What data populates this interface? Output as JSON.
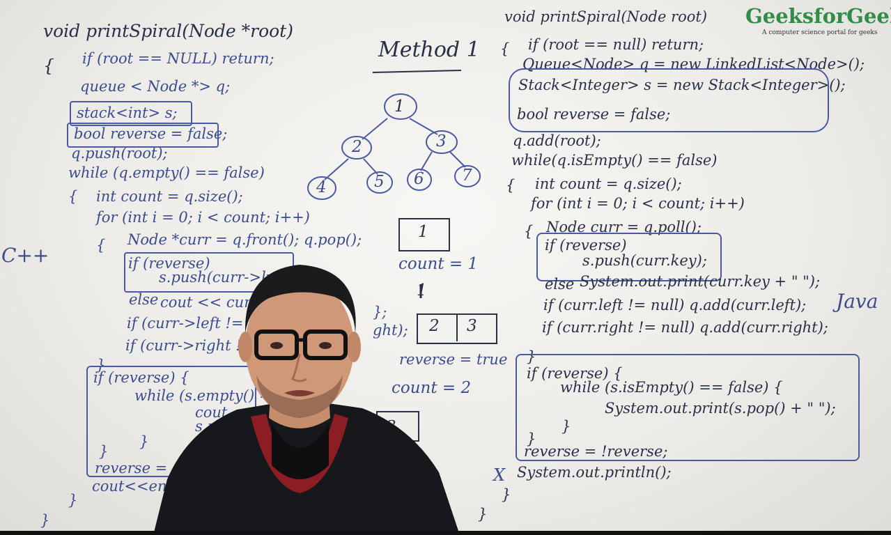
{
  "left_cpp": {
    "lines": [
      "void printSpiral(Node *root)",
      "{",
      "if (root == NULL) return;",
      "queue < Node *> q;",
      "stack<int> s;",
      "bool reverse = false;",
      "q.push(root);",
      "while (q.empty() == false)",
      "{",
      "int count = q.size();",
      "for (int i = 0; i < count; i++)",
      "{",
      "Node *curr = q.front(); q.pop();",
      "if (reverse)",
      "s.push(curr->key",
      "else",
      "cout << curr->",
      "if (curr->left != NU",
      "if (curr->right != NU",
      "};",
      "ght);",
      "}",
      "if (reverse) {",
      "while (s.empty() =",
      "cout <<",
      "s.pop(",
      "}",
      "}",
      "reverse =",
      "cout<<en",
      "}",
      "}"
    ],
    "lang": "C++"
  },
  "middle": {
    "title": "Method 1",
    "nodes": [
      "1",
      "2",
      "3",
      "4",
      "5",
      "6",
      "7"
    ],
    "box1": "1",
    "count1": "count = 1",
    "arrow_mark": "1",
    "box2": [
      "2",
      "3"
    ],
    "reverse_text": "reverse = true",
    "count2": "count = 2",
    "box3": "3"
  },
  "right_java": {
    "lines": [
      "void printSpiral(Node root)",
      "{",
      "if (root == null) return;",
      "Queue<Node> q = new LinkedList<Node>();",
      "Stack<Integer> s = new Stack<Integer>();",
      "bool reverse = false;",
      "q.add(root);",
      "while(q.isEmpty() == false)",
      "{",
      "int count = q.size();",
      "for (int i = 0; i < count; i++)",
      "{",
      "Node curr = q.poll();",
      "if (reverse)",
      "s.push(curr.key);",
      "else",
      "System.out.print(curr.key + \" \");",
      "if (curr.left != null) q.add(curr.left);",
      "if (curr.right != null) q.add(curr.right);",
      "}",
      "if (reverse) {",
      "while (s.isEmpty() == false) {",
      "System.out.print(s.pop() + \" \");",
      "}",
      "}",
      "reverse = !reverse;",
      "X",
      "System.out.println();",
      "}",
      "}"
    ],
    "lang": "Java"
  },
  "logo": {
    "name": "GeeksforGeek",
    "tagline": "A computer science portal for geeks"
  }
}
